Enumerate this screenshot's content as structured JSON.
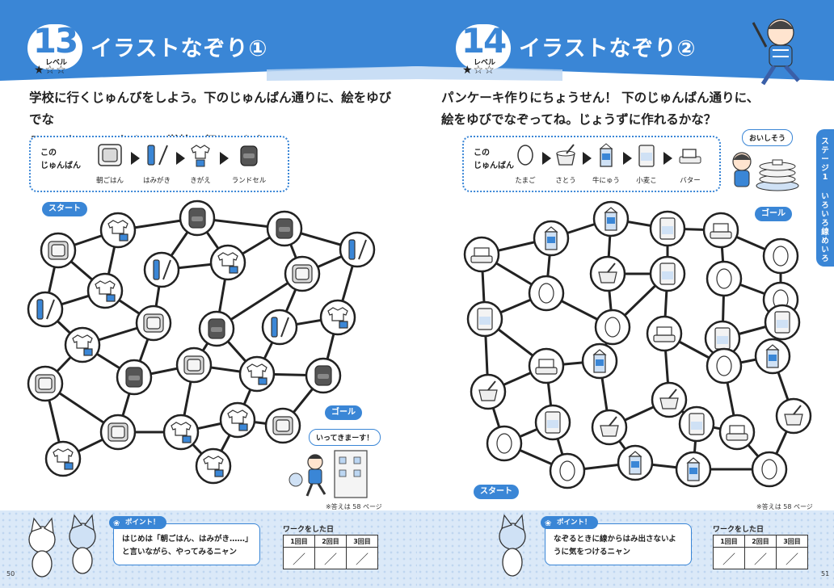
{
  "colors": {
    "accent": "#3a86d6",
    "band": "#3a86d6",
    "footer": "#dbe9f8",
    "ink": "#222222"
  },
  "left": {
    "number": "13",
    "level_label": "レベル",
    "stars": "★☆☆",
    "title": "イラストなぞり①",
    "instructions": [
      "学校に行くじゅんびをしよう。下のじゅんばん通りに、絵をゆびでな",
      "ぞってね。ミエタくんと学校に行けるかな？"
    ],
    "sequence_intro": [
      "この",
      "じゅんばん"
    ],
    "sequence": [
      {
        "label": "朝ごはん",
        "icon": "toast-plate-icon"
      },
      {
        "label": "はみがき",
        "icon": "toothbrush-icon"
      },
      {
        "label": "きがえ",
        "icon": "clothes-icon"
      },
      {
        "label": "ランドセル",
        "icon": "school-backpack-icon"
      }
    ],
    "start_label": "スタート",
    "goal_label": "ゴール",
    "speech": "いってきまーす！",
    "answer_ref": "※答えは 58 ページ",
    "point_tag": "ポイント！",
    "point_text": [
      "はじめは「朝ごはん、はみがき……」",
      "と言いながら、やってみるニャン"
    ],
    "work_title": "ワークをした日",
    "work_headers": [
      "1回目",
      "2回目",
      "3回目"
    ],
    "work_marks": [
      "／",
      "／",
      "／"
    ],
    "page_number": "50"
  },
  "right": {
    "number": "14",
    "level_label": "レベル",
    "stars": "★☆☆",
    "title": "イラストなぞり②",
    "instructions": [
      "パンケーキ作りにちょうせん！ 下のじゅんばん通りに、",
      "絵をゆびでなぞってね。じょうずに作れるかな？"
    ],
    "sequence_intro": [
      "この",
      "じゅんばん"
    ],
    "sequence": [
      {
        "label": "たまご",
        "icon": "egg-icon"
      },
      {
        "label": "さとう",
        "icon": "sugar-bowl-icon"
      },
      {
        "label": "牛にゅう",
        "icon": "milk-carton-icon"
      },
      {
        "label": "小麦こ",
        "icon": "flour-bag-icon"
      },
      {
        "label": "バター",
        "icon": "butter-icon"
      }
    ],
    "speech": "おいしそう",
    "start_label": "スタート",
    "goal_label": "ゴール",
    "answer_ref": "※答えは 58 ページ",
    "point_tag": "ポイント！",
    "point_text": [
      "なぞるときに線からはみ出さないよ",
      "うに気をつけるニャン"
    ],
    "work_title": "ワークをした日",
    "work_headers": [
      "1回目",
      "2回目",
      "3回目"
    ],
    "work_marks": [
      "／",
      "／",
      "／"
    ],
    "page_number": "51",
    "side_tab": {
      "stage": "ステージ1",
      "topic": "いろいろ線めいろ"
    }
  }
}
